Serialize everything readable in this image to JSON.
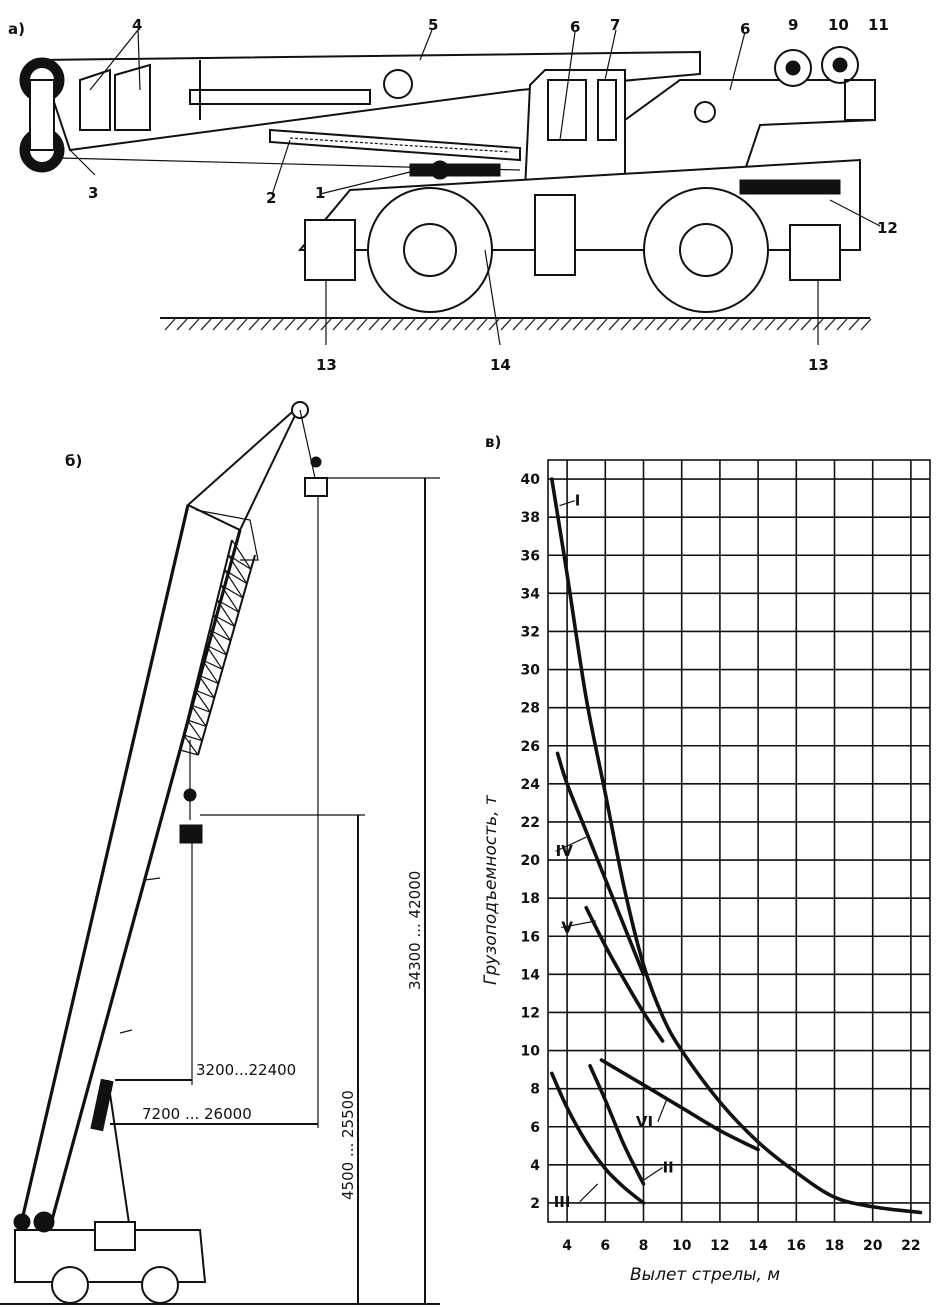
{
  "figure": {
    "panel_a": {
      "label": "а)",
      "callouts": [
        "1",
        "2",
        "3",
        "4",
        "5",
        "6",
        "7",
        "6",
        "9",
        "10",
        "11",
        "12",
        "13",
        "14",
        "13"
      ]
    },
    "panel_b": {
      "label": "б)",
      "dims": {
        "outreach_small": "3200...22400",
        "outreach_large": "7200 ... 26000",
        "height_small": "4500 ... 25500",
        "height_large": "34300 ... 42000"
      }
    },
    "panel_c": {
      "label": "в)"
    }
  },
  "chart_data": {
    "type": "line",
    "title": "",
    "xlabel": "Вылет стрелы, м",
    "ylabel": "Грузоподъемность, т",
    "xlim": [
      3,
      23
    ],
    "ylim": [
      1,
      41
    ],
    "xticks": [
      4,
      6,
      8,
      10,
      12,
      14,
      16,
      18,
      20,
      22
    ],
    "yticks": [
      2,
      4,
      6,
      8,
      10,
      12,
      14,
      16,
      18,
      20,
      22,
      24,
      26,
      28,
      30,
      32,
      34,
      36,
      38,
      40
    ],
    "grid": true,
    "series": [
      {
        "name": "I",
        "x": [
          3.2,
          4,
          5,
          6,
          7,
          8,
          9,
          10,
          12,
          14,
          16,
          18,
          20,
          22.5
        ],
        "y": [
          40,
          35,
          28.5,
          23.5,
          18.5,
          14.5,
          11.8,
          10,
          7.3,
          5.2,
          3.6,
          2.3,
          1.8,
          1.5
        ]
      },
      {
        "name": "IV",
        "x": [
          3.5,
          4,
          5,
          6,
          7,
          8
        ],
        "y": [
          25.6,
          24,
          21.5,
          19,
          16.5,
          14
        ]
      },
      {
        "name": "V",
        "x": [
          5,
          6,
          7,
          8,
          9
        ],
        "y": [
          17.5,
          15.5,
          13.7,
          12,
          10.5
        ]
      },
      {
        "name": "VI",
        "x": [
          5.8,
          8,
          10,
          12,
          14
        ],
        "y": [
          9.5,
          8.2,
          7,
          5.8,
          4.8
        ]
      },
      {
        "name": "II",
        "x": [
          5.2,
          6,
          7,
          8
        ],
        "y": [
          9.2,
          7.4,
          5,
          3
        ]
      },
      {
        "name": "III",
        "x": [
          3.2,
          4,
          5,
          6,
          7,
          8
        ],
        "y": [
          8.8,
          7,
          5.2,
          3.8,
          2.8,
          2
        ]
      }
    ]
  }
}
